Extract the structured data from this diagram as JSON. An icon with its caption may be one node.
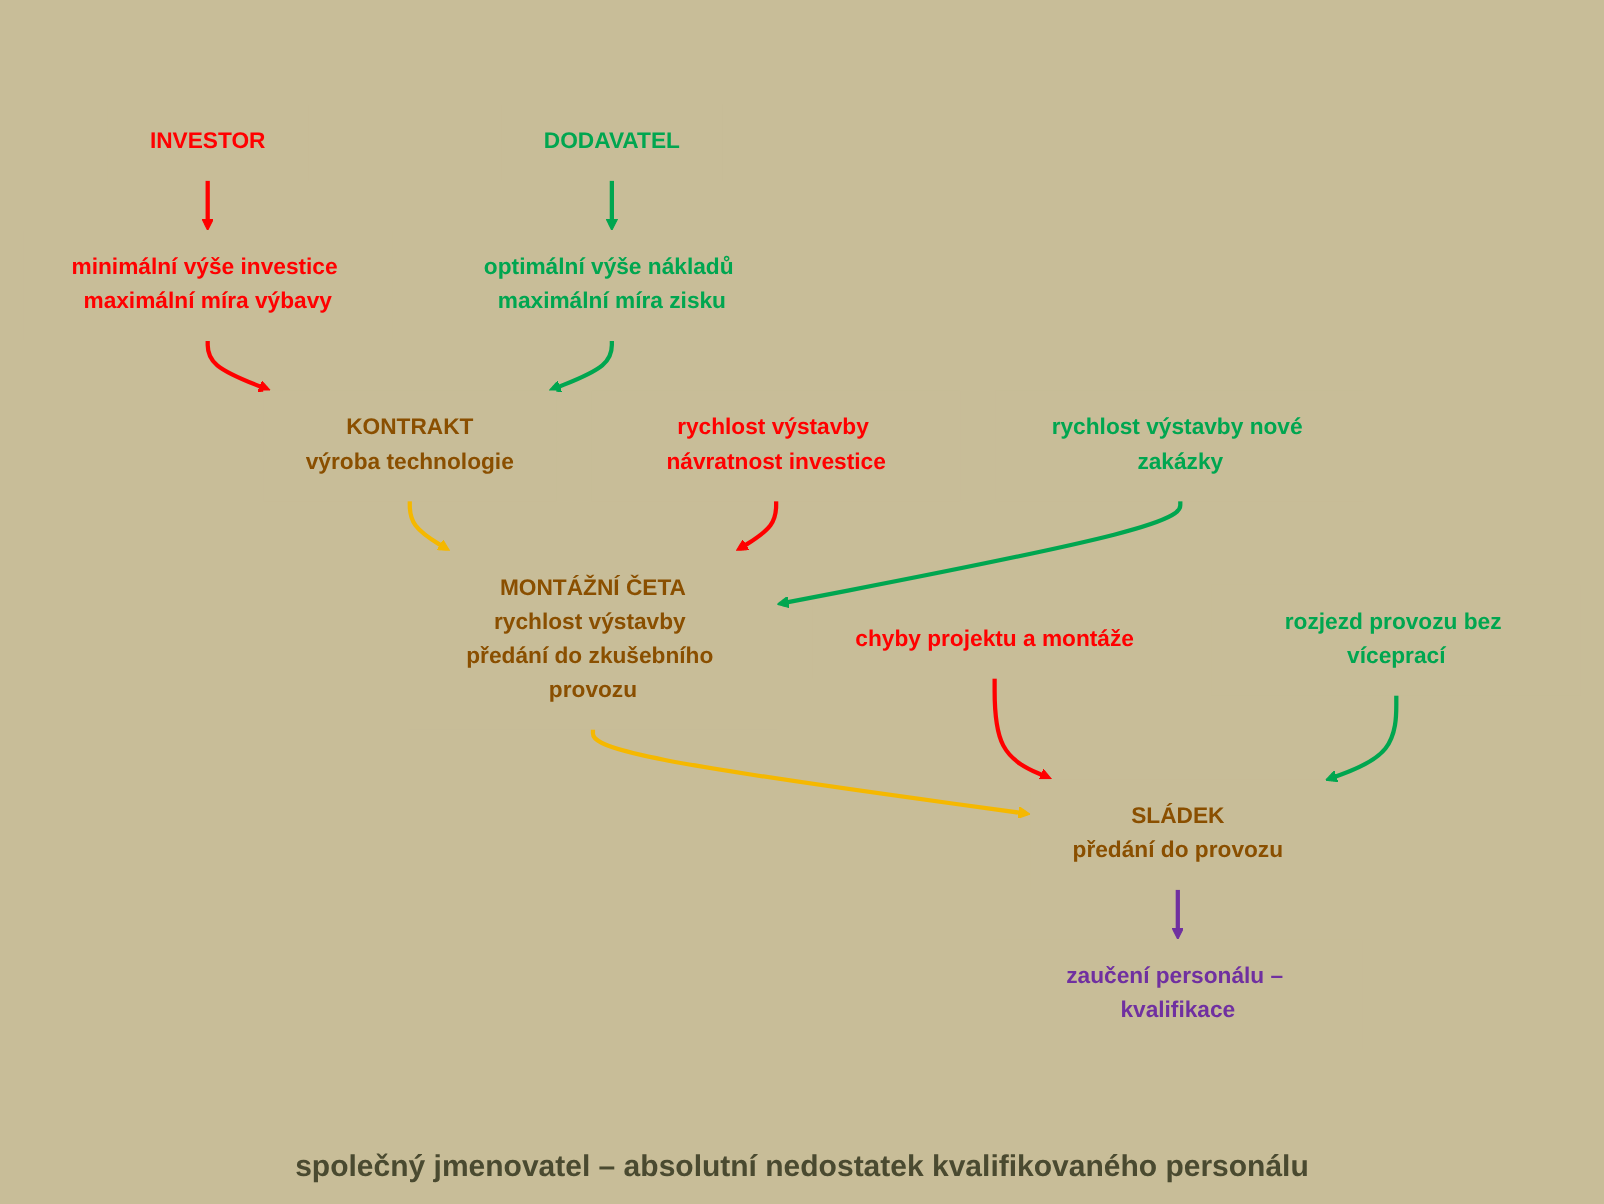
{
  "diagram": {
    "nodes": [
      {
        "text": [
          "INVESTOR"
        ]
      },
      {
        "text": [
          "DODAVATEL"
        ]
      },
      {
        "text": [
          "minimální výše investice maximální míra výbavy"
        ]
      },
      {
        "text": [
          "optimální výše nákladů maximální míra zisku"
        ]
      },
      {
        "text": [
          "KONTRAKT",
          "výroba technologie"
        ]
      },
      {
        "text": [
          "rychlost výstavby návratnost investice"
        ]
      },
      {
        "text": [
          "MONTÁŽNÍ ČETA",
          "rychlost výstavby předání do zkušebního provozu"
        ]
      },
      {
        "text": [
          "rychlost výstavby nové zakázky"
        ]
      },
      {
        "text": [
          "chyby projektu a montáže"
        ]
      },
      {
        "text": [
          "SLÁDEK",
          "předání do provozu"
        ]
      },
      {
        "text": [
          "rozjezd provozu bez víceprací"
        ]
      },
      {
        "text": [
          "zaučení personálu – kvalifikace"
        ]
      }
    ],
    "edges": [
      {
        "from": 0,
        "to": 2,
        "arrow": "to",
        "color": "#ff0000"
      },
      {
        "from": 1,
        "to": 3,
        "arrow": "to",
        "color": "#00a650"
      },
      {
        "from": 2,
        "to": 4,
        "arrow": "to",
        "color": "#ff0000"
      },
      {
        "from": 3,
        "to": 4,
        "arrow": "to",
        "color": "#00a650"
      },
      {
        "from": 4,
        "to": 6,
        "arrow": "to",
        "color": "#f5b800"
      },
      {
        "from": 5,
        "to": 6,
        "arrow": "to",
        "color": "#ff0000"
      },
      {
        "from": 7,
        "to": 6,
        "arrow": "to",
        "color": "#00a650"
      },
      {
        "from": 6,
        "to": 9,
        "arrow": "to",
        "color": "#f5b800"
      },
      {
        "from": 8,
        "to": 9,
        "arrow": "to",
        "color": "#ff0000"
      },
      {
        "from": 10,
        "to": 9,
        "arrow": "to",
        "color": "#00a650"
      },
      {
        "from": 9,
        "to": 11,
        "arrow": "to",
        "color": "#7030a0"
      }
    ],
    "labels": [
      "společný jmenovatel – absolutní nedostatek kvalifikovaného personálu"
    ]
  }
}
